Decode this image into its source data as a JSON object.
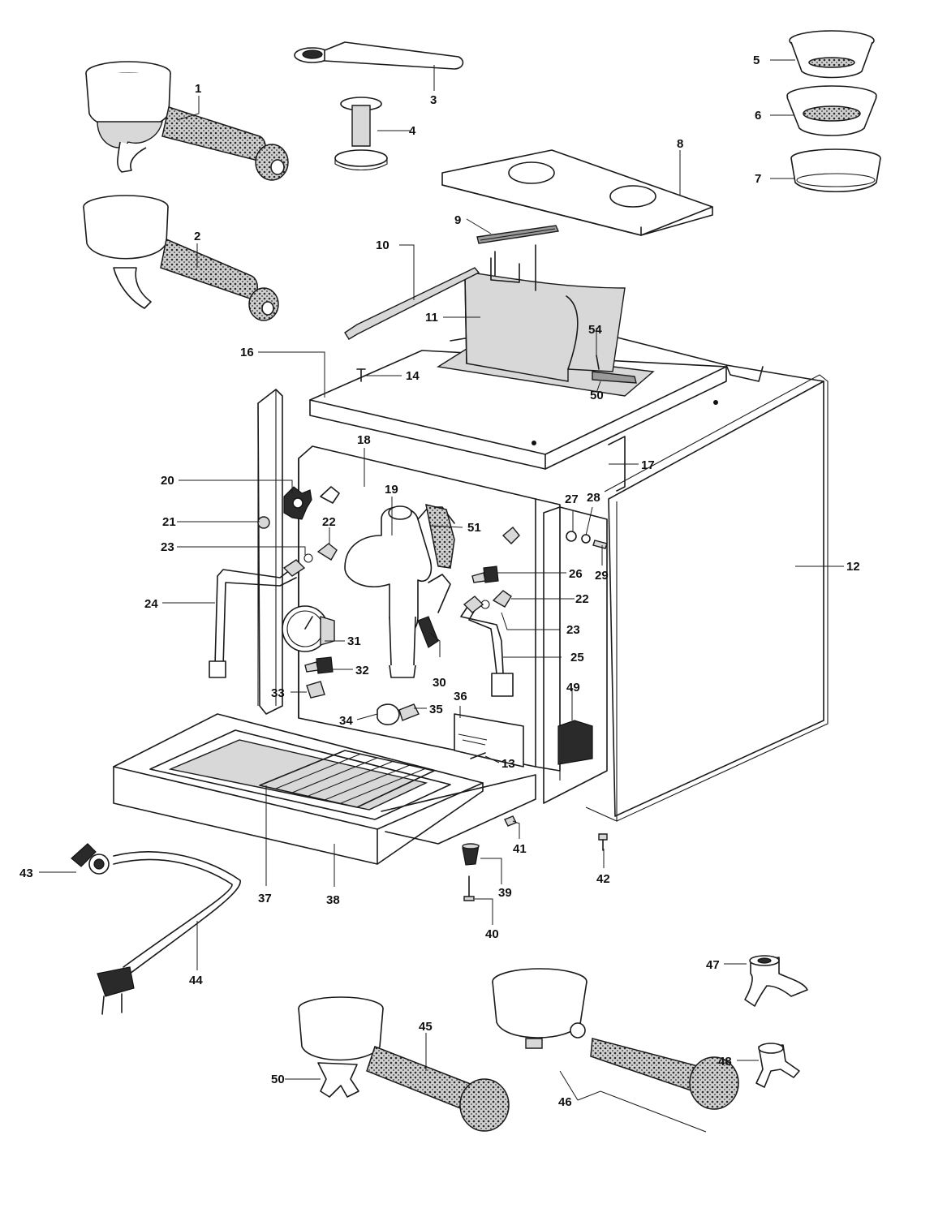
{
  "parts": [
    {
      "id": "1",
      "label": "1"
    },
    {
      "id": "2",
      "label": "2"
    },
    {
      "id": "3",
      "label": "3"
    },
    {
      "id": "4",
      "label": "4"
    },
    {
      "id": "5",
      "label": "5"
    },
    {
      "id": "6",
      "label": "6"
    },
    {
      "id": "7",
      "label": "7"
    },
    {
      "id": "8",
      "label": "8"
    },
    {
      "id": "9",
      "label": "9"
    },
    {
      "id": "10",
      "label": "10"
    },
    {
      "id": "11",
      "label": "11"
    },
    {
      "id": "12",
      "label": "12"
    },
    {
      "id": "13",
      "label": "13"
    },
    {
      "id": "14",
      "label": "14"
    },
    {
      "id": "16",
      "label": "16"
    },
    {
      "id": "17",
      "label": "17"
    },
    {
      "id": "18",
      "label": "18"
    },
    {
      "id": "19",
      "label": "19"
    },
    {
      "id": "20",
      "label": "20"
    },
    {
      "id": "21",
      "label": "21"
    },
    {
      "id": "22a",
      "label": "22"
    },
    {
      "id": "22b",
      "label": "22"
    },
    {
      "id": "23a",
      "label": "23"
    },
    {
      "id": "23b",
      "label": "23"
    },
    {
      "id": "24",
      "label": "24"
    },
    {
      "id": "25",
      "label": "25"
    },
    {
      "id": "26",
      "label": "26"
    },
    {
      "id": "27",
      "label": "27"
    },
    {
      "id": "28",
      "label": "28"
    },
    {
      "id": "29",
      "label": "29"
    },
    {
      "id": "30",
      "label": "30"
    },
    {
      "id": "31",
      "label": "31"
    },
    {
      "id": "32",
      "label": "32"
    },
    {
      "id": "33",
      "label": "33"
    },
    {
      "id": "34",
      "label": "34"
    },
    {
      "id": "35",
      "label": "35"
    },
    {
      "id": "36",
      "label": "36"
    },
    {
      "id": "37",
      "label": "37"
    },
    {
      "id": "38",
      "label": "38"
    },
    {
      "id": "39",
      "label": "39"
    },
    {
      "id": "40",
      "label": "40"
    },
    {
      "id": "41",
      "label": "41"
    },
    {
      "id": "42",
      "label": "42"
    },
    {
      "id": "43",
      "label": "43"
    },
    {
      "id": "44",
      "label": "44"
    },
    {
      "id": "45",
      "label": "45"
    },
    {
      "id": "46",
      "label": "46"
    },
    {
      "id": "47",
      "label": "47"
    },
    {
      "id": "48",
      "label": "48"
    },
    {
      "id": "50a",
      "label": "50"
    },
    {
      "id": "50b",
      "label": "50"
    },
    {
      "id": "49",
      "label": "49"
    },
    {
      "id": "51",
      "label": "51"
    },
    {
      "id": "54",
      "label": "54"
    }
  ]
}
